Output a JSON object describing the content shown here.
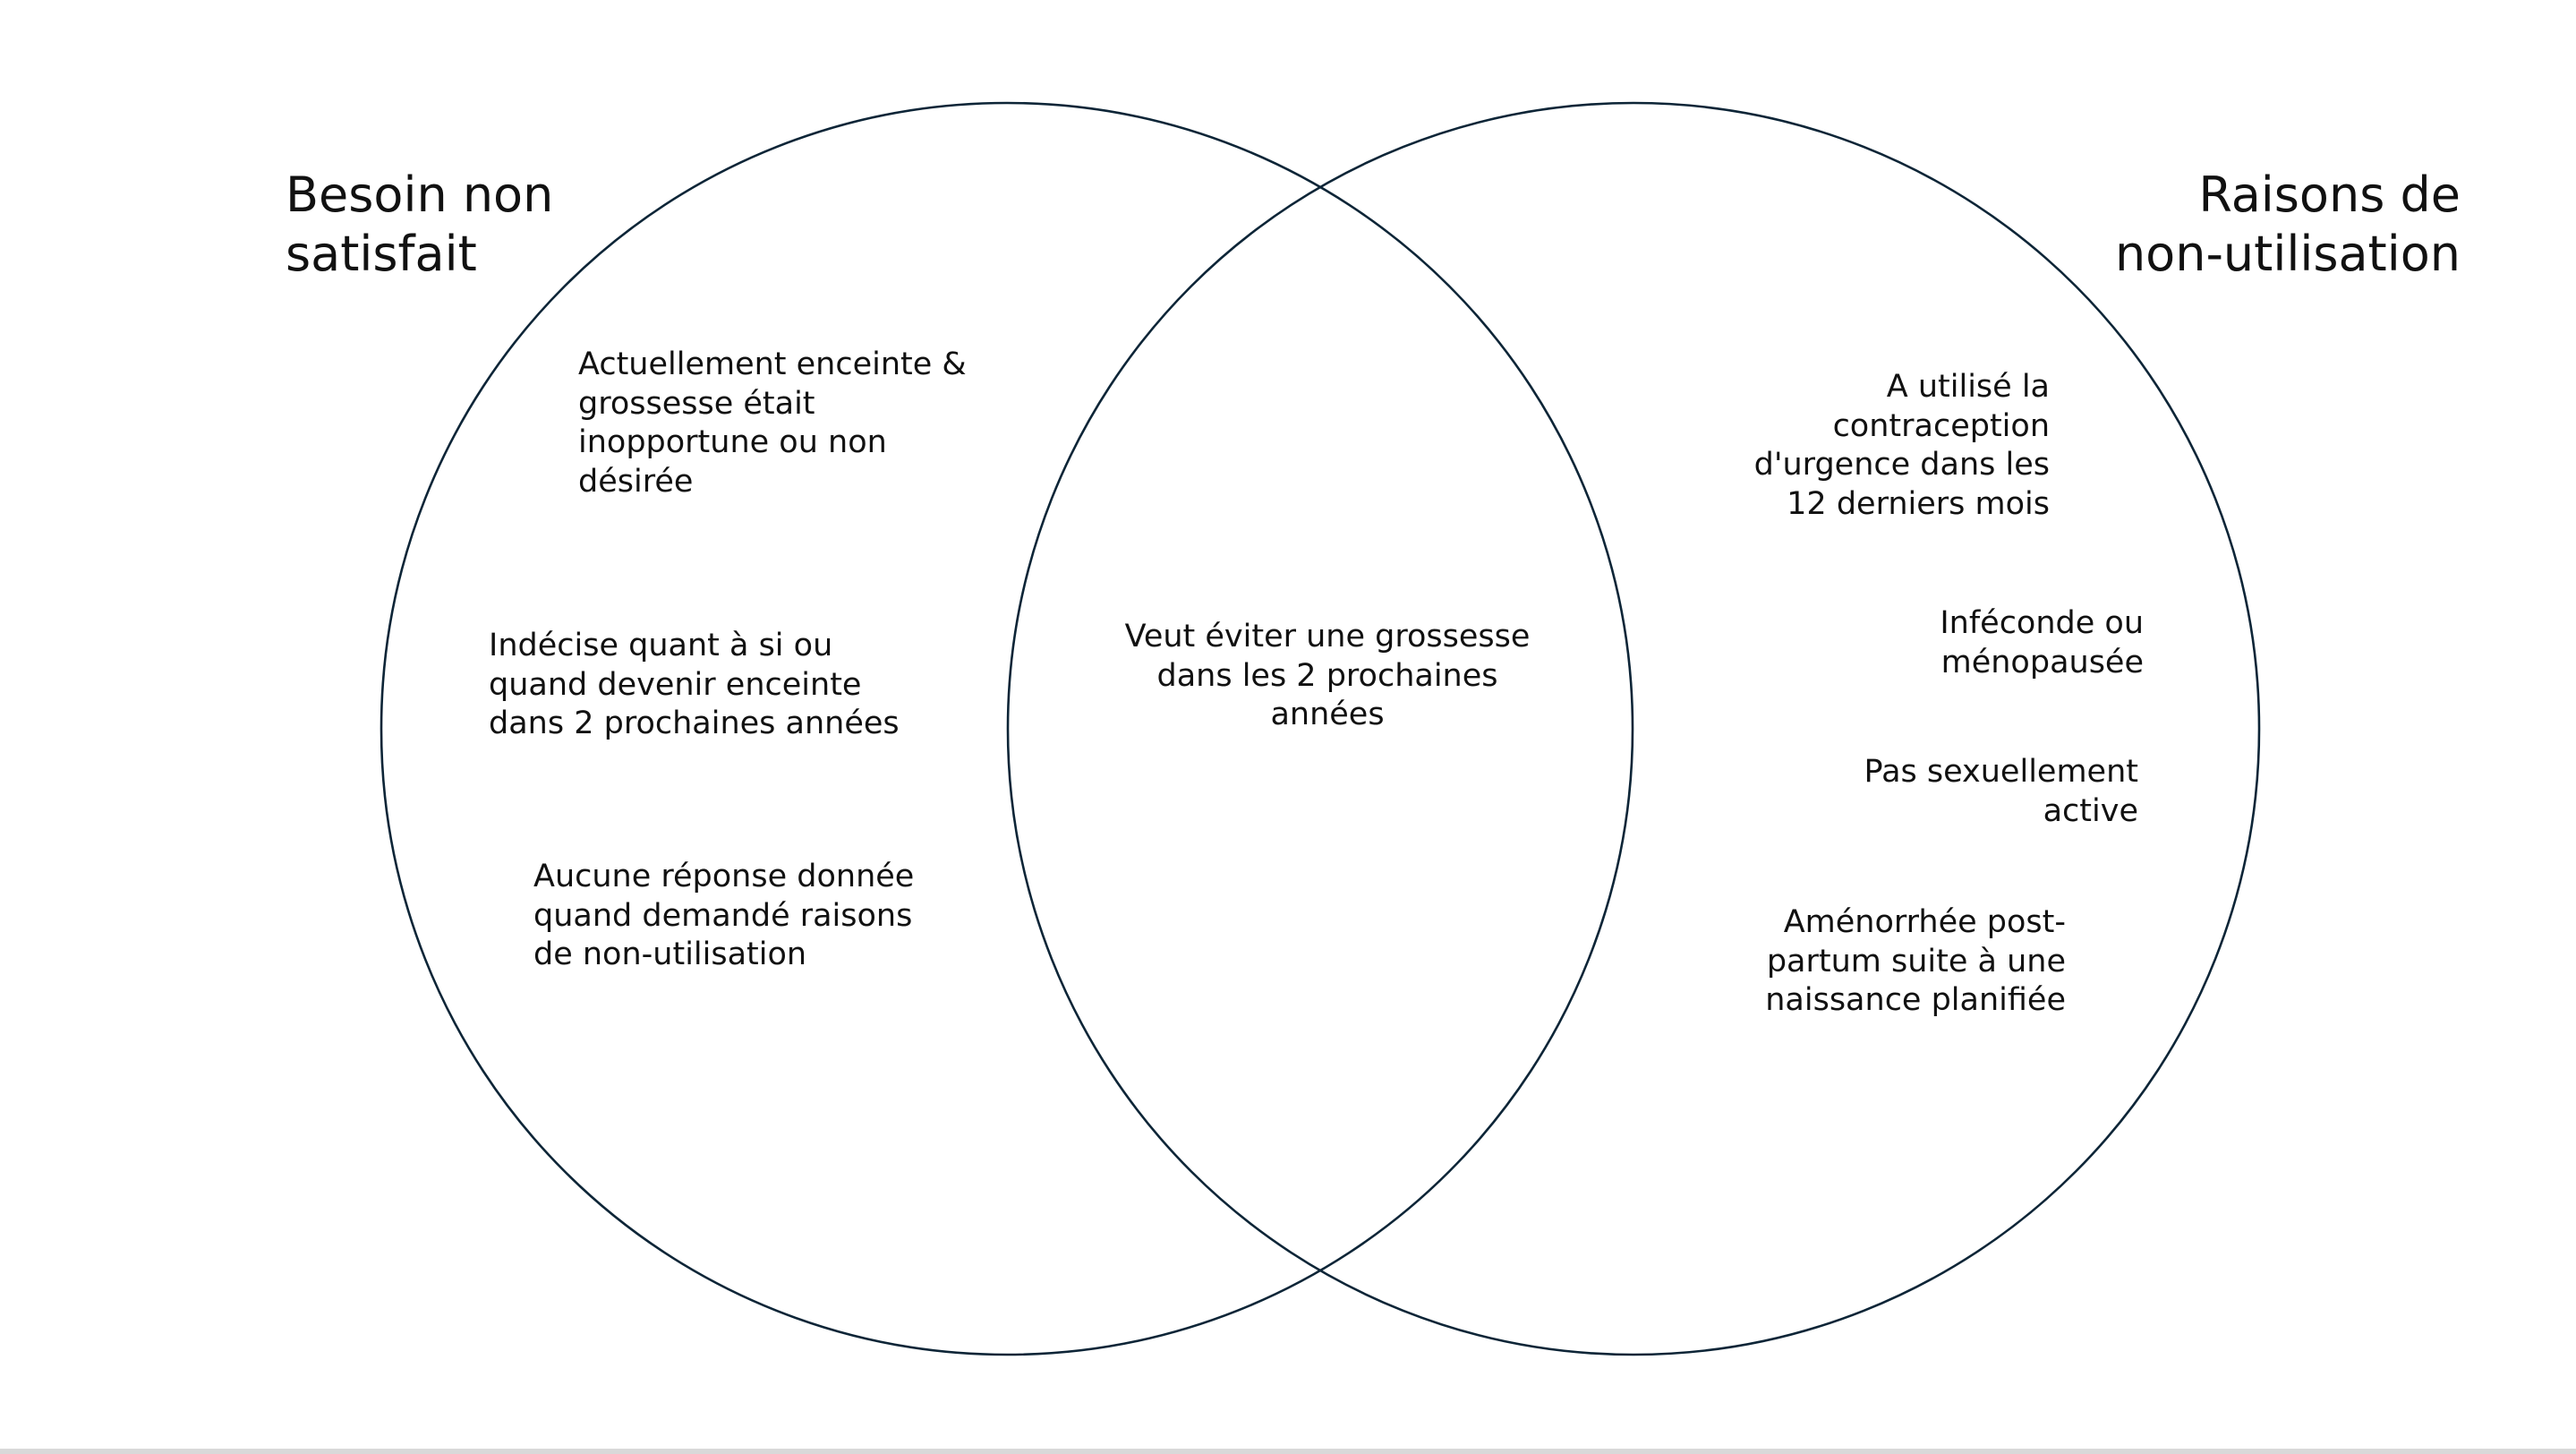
{
  "colors": {
    "circle_stroke": "#0d2537",
    "text": "#111111"
  },
  "left_set": {
    "title": [
      "Besoin non",
      "satisfait"
    ],
    "items": [
      [
        "Actuellement enceinte &",
        "grossesse était",
        "inopportune ou non",
        "désirée"
      ],
      [
        "Indécise quant à si ou",
        "quand devenir enceinte",
        "dans 2 prochaines années"
      ],
      [
        "Aucune réponse donnée",
        "quand demandé raisons",
        "de non-utilisation"
      ]
    ]
  },
  "intersection": {
    "items": [
      [
        "Veut éviter une grossesse",
        "dans les 2 prochaines",
        "années"
      ]
    ]
  },
  "right_set": {
    "title": [
      "Raisons de",
      "non-utilisation"
    ],
    "items": [
      [
        "A utilisé la",
        "contraception",
        "d'urgence dans les",
        "12 derniers mois"
      ],
      [
        "Inféconde ou",
        "ménopausée"
      ],
      [
        "Pas sexuellement",
        "active"
      ],
      [
        "Aménorrhée post-",
        "partum suite à une",
        "naissance planifiée"
      ]
    ]
  }
}
